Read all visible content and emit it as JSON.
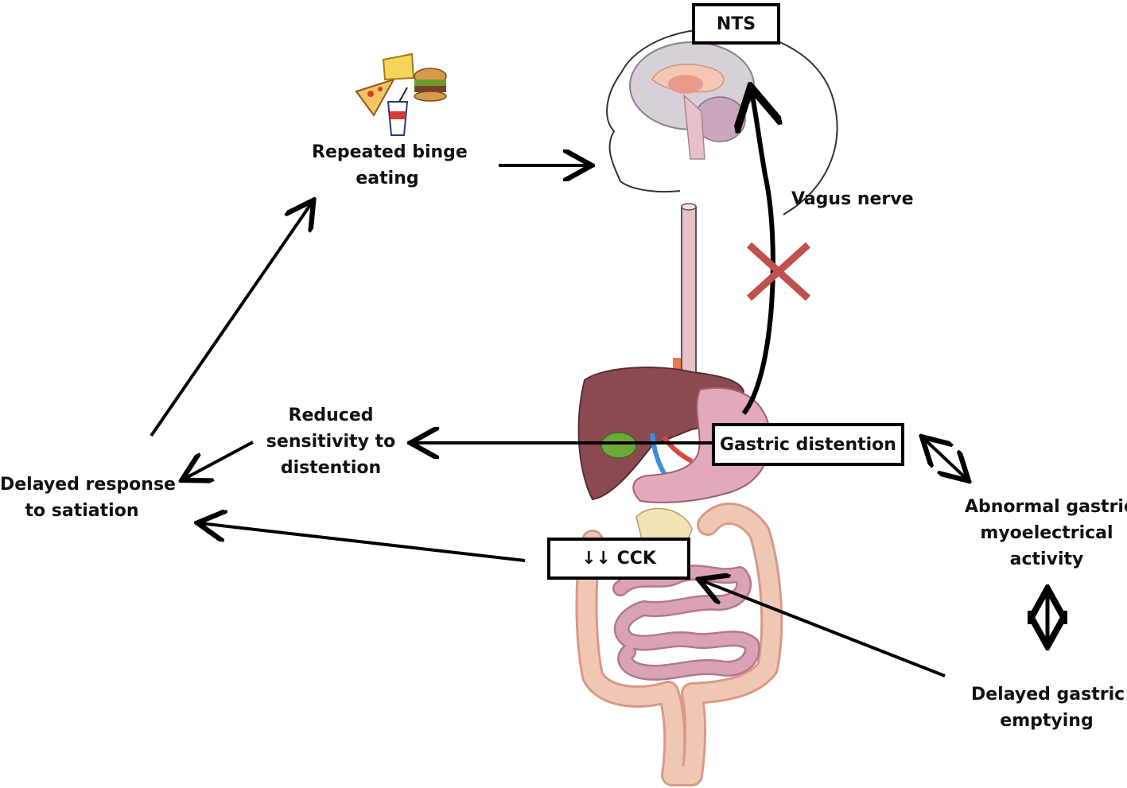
{
  "labels": {
    "nts": "NTS",
    "binge": [
      "Repeated binge",
      "eating"
    ],
    "vagus": "Vagus nerve",
    "reduced": [
      "Reduced",
      "sensitivity to",
      "distention"
    ],
    "delayed_response": [
      "Delayed response",
      "to satiation"
    ],
    "gastric_distention": "Gastric distention",
    "cck": "↓↓ CCK",
    "abnormal": [
      "Abnormal gastric",
      "myoelectrical",
      "activity"
    ],
    "delayed_emptying": [
      "Delayed gastric",
      "emptying"
    ]
  },
  "colors": {
    "arrow": "#000000",
    "cross": "#c0504d",
    "liver": "#8b4a52",
    "stomach": "#e3a9ba",
    "intestine": "#d9a3b3",
    "colon": "#f0c7b4",
    "esophagus": "#e8c1c8",
    "brain": "#d8d0d8",
    "gallbladder": "#6fa83a"
  }
}
